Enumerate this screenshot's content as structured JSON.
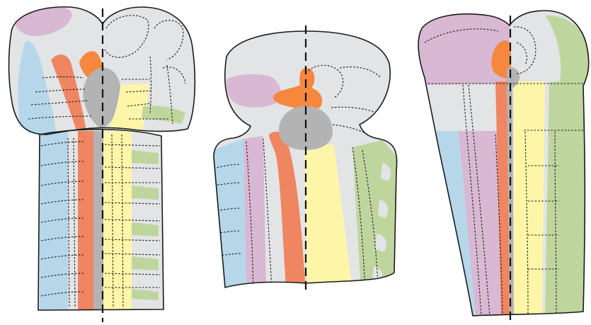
{
  "figure": {
    "panels": [
      {
        "id": "panel-1"
      },
      {
        "id": "panel-2"
      },
      {
        "id": "panel-3"
      }
    ],
    "colors": {
      "background_tissue": "#e3e4e6",
      "purple_region": "#d8b8d2",
      "blue_region": "#b6d7ea",
      "orange_red_region": "#f08562",
      "bright_orange_region": "#f5883e",
      "gray_core": "#b3b3b3",
      "yellow_region": "#fdf6a8",
      "green_region": "#bfd59e",
      "outline": "#1a1a1a"
    }
  }
}
